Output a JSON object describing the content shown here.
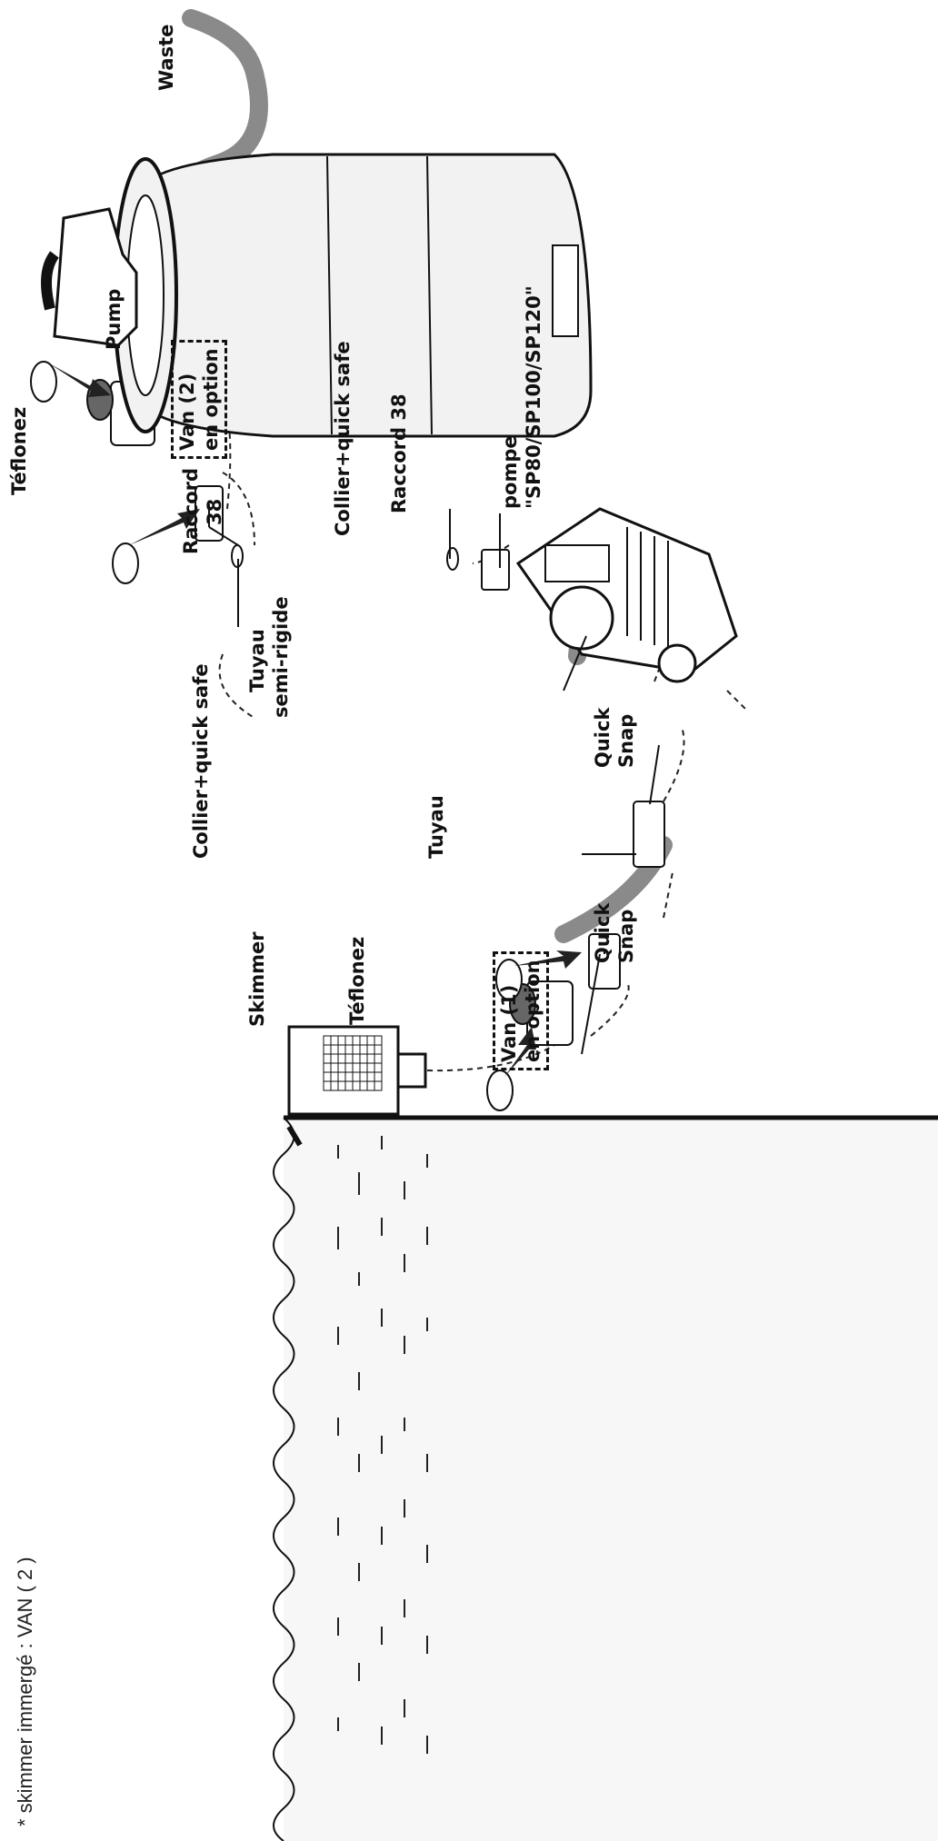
{
  "note": "* skimmer immergé : VAN ( 2 )",
  "labels": {
    "waste": "Waste",
    "pump_top": "Pump",
    "teflonez_top": "Téflonez",
    "van2_line1": "Van (2)",
    "van2_line2": "en option",
    "raccord38_top_line1": "Raccord",
    "raccord38_top_line2": "38",
    "collier_top": "Collier+quick safe",
    "tuyau_semi_line1": "Tuyau",
    "tuyau_semi_line2": "semi-rigide",
    "collier_bottom": "Collier+quick safe",
    "raccord38_bottom": "Raccord 38",
    "pompe_line1": "pompe",
    "pompe_line2": "\"SP80/SP100/SP120\"",
    "quick_snap_1_line1": "Quick",
    "quick_snap_1_line2": "Snap",
    "tuyau": "Tuyau",
    "quick_snap_2_line1": "Quick",
    "quick_snap_2_line2": "Snap",
    "skimmer": "Skimmer",
    "teflonez_bottom": "Téflonez",
    "van1_line1": "Van (1)",
    "van1_line2": "en option"
  },
  "colors": {
    "hose": "#8a8a8a",
    "ink": "#111111",
    "tank": "#f2f2f2",
    "water": "#f7f7f7"
  }
}
